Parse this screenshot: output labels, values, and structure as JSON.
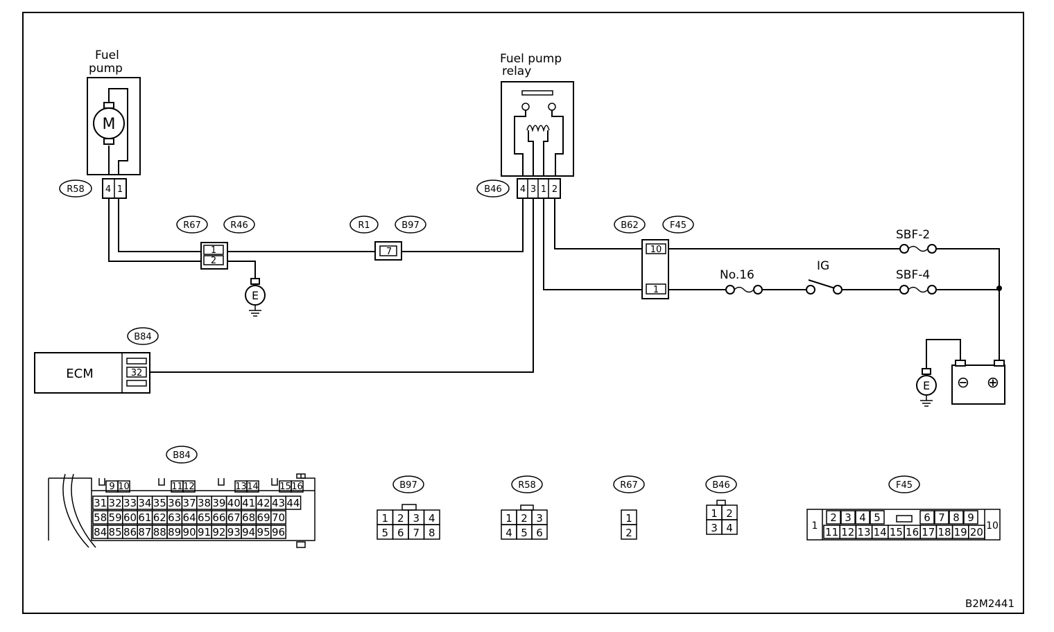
{
  "labels": {
    "fuel_pump_line1": "Fuel",
    "fuel_pump_line2": "pump",
    "relay_line1": "Fuel pump",
    "relay_line2": "relay",
    "ecm": "ECM",
    "motor": "M",
    "ground": "E",
    "no16": "No.16",
    "ig": "IG",
    "sbf2": "SBF-2",
    "sbf4": "SBF-4",
    "figure_code": "B2M2441",
    "battery_minus": "⊖",
    "battery_plus": "⊕"
  },
  "connector_ids": {
    "r58": "R58",
    "r67": "R67",
    "r46": "R46",
    "r1": "R1",
    "b97": "B97",
    "b46": "B46",
    "b62": "B62",
    "f45": "F45",
    "b84": "B84"
  },
  "pins": {
    "r58": [
      "4",
      "1"
    ],
    "r67": [
      "1",
      "2"
    ],
    "b97": "7",
    "b46": [
      "4",
      "3",
      "1",
      "2"
    ],
    "f45": [
      "10",
      "1"
    ],
    "b84": "32"
  },
  "faces": {
    "b84": {
      "title": "B84",
      "rows": [
        [
          "9",
          "10",
          "11",
          "12",
          "13",
          "14",
          "15",
          "16"
        ],
        [
          "31",
          "32",
          "33",
          "34",
          "35",
          "36",
          "37",
          "38",
          "39",
          "40",
          "41",
          "42",
          "43",
          "44"
        ],
        [
          "58",
          "59",
          "60",
          "61",
          "62",
          "63",
          "64",
          "65",
          "66",
          "67",
          "68",
          "69",
          "70"
        ],
        [
          "84",
          "85",
          "86",
          "87",
          "88",
          "89",
          "90",
          "91",
          "92",
          "93",
          "94",
          "95",
          "96"
        ]
      ]
    },
    "b97": {
      "title": "B97",
      "rows": [
        [
          "1",
          "2",
          "3",
          "4"
        ],
        [
          "5",
          "6",
          "7",
          "8"
        ]
      ]
    },
    "r58": {
      "title": "R58",
      "rows": [
        [
          "1",
          "2",
          "3"
        ],
        [
          "4",
          "5",
          "6"
        ]
      ]
    },
    "r67": {
      "title": "R67",
      "rows": [
        [
          "1"
        ],
        [
          "2"
        ]
      ]
    },
    "b46": {
      "title": "B46",
      "rows": [
        [
          "1",
          "2"
        ],
        [
          "3",
          "4"
        ]
      ]
    },
    "f45": {
      "title": "F45",
      "left": "1",
      "right": "10",
      "rows": [
        [
          "2",
          "3",
          "4",
          "5",
          "6",
          "7",
          "8",
          "9"
        ],
        [
          "11",
          "12",
          "13",
          "14",
          "15",
          "16",
          "17",
          "18",
          "19",
          "20"
        ]
      ]
    }
  }
}
